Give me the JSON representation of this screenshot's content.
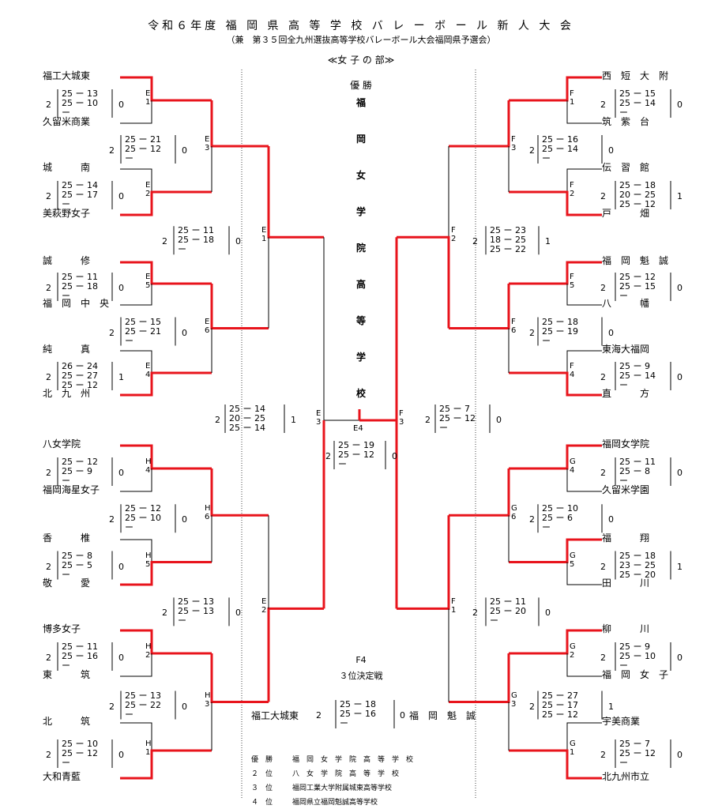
{
  "title": "令和６年度 福 岡 県 高 等 学 校 バ レ ー ボ ー ル 新 人 大 会",
  "subtitle": "（兼　第３５回全九州選抜高等学校バレーボール大会福岡県予選会）",
  "division": "≪女 子 の 部≫",
  "champion_heading": "優 勝",
  "champion_chars": [
    "福",
    "岡",
    "女",
    "学",
    "院",
    "高",
    "等",
    "学",
    "校"
  ],
  "left_teams": [
    "福工大城東",
    "久留米商業",
    "城　　　南",
    "美萩野女子",
    "誠　　　修",
    "福　岡　中　央",
    "純　　　真",
    "北　九　州",
    "八女学院",
    "福岡海星女子",
    "香　　　椎",
    "敬　　　愛",
    "博多女子",
    "東　　　筑",
    "北　　　筑",
    "大和青藍"
  ],
  "right_teams": [
    "西　短　大　附",
    "筑　紫　台",
    "伝　習　館",
    "戸　　　畑",
    "福　岡　魁　誠",
    "八　　　幡",
    "東海大福岡",
    "直　　　方",
    "福岡女学院",
    "久留米学園",
    "福　　　翔",
    "田　　　川",
    "柳　　　川",
    "福　岡　女　子",
    "宇美商業",
    "北九州市立"
  ],
  "matches": [
    {
      "code": "E\n1",
      "won": "2",
      "lost": "0",
      "sets": [
        "25 ー 13",
        "25 ー 10",
        "ー"
      ]
    },
    {
      "code": "E\n2",
      "won": "2",
      "lost": "0",
      "sets": [
        "25 ー 14",
        "25 ー 17",
        "ー"
      ]
    },
    {
      "code": "E\n5",
      "won": "2",
      "lost": "0",
      "sets": [
        "25 ー 11",
        "25 ー 18",
        "ー"
      ]
    },
    {
      "code": "E\n4",
      "won": "2",
      "lost": "1",
      "sets": [
        "26 ー 24",
        "25 ー 27",
        "25 ー 12"
      ]
    },
    {
      "code": "H\n4",
      "won": "2",
      "lost": "0",
      "sets": [
        "25 ー 12",
        "25 ー 9",
        "ー"
      ]
    },
    {
      "code": "H\n5",
      "won": "2",
      "lost": "0",
      "sets": [
        "25 ー 8",
        "25 ー 5",
        "ー"
      ]
    },
    {
      "code": "H\n2",
      "won": "2",
      "lost": "0",
      "sets": [
        "25 ー 11",
        "25 ー 16",
        "ー"
      ]
    },
    {
      "code": "H\n1",
      "won": "2",
      "lost": "0",
      "sets": [
        "25 ー 10",
        "25 ー 12",
        "ー"
      ]
    },
    {
      "code": "E\n3",
      "won": "2",
      "lost": "0",
      "sets": [
        "25 ー 21",
        "25 ー 12",
        "ー"
      ]
    },
    {
      "code": "E\n6",
      "won": "2",
      "lost": "0",
      "sets": [
        "25 ー 15",
        "25 ー 21",
        "ー"
      ]
    },
    {
      "code": "H\n6",
      "won": "2",
      "lost": "0",
      "sets": [
        "25 ー 12",
        "25 ー 10",
        "ー"
      ]
    },
    {
      "code": "H\n3",
      "won": "2",
      "lost": "0",
      "sets": [
        "25 ー 13",
        "25 ー 22",
        "ー"
      ]
    },
    {
      "code": "E\n1",
      "won": "2",
      "lost": "0",
      "sets": [
        "25 ー 11",
        "25 ー 18",
        "ー"
      ]
    },
    {
      "code": "E\n2",
      "won": "2",
      "lost": "0",
      "sets": [
        "25 ー 13",
        "25 ー 13",
        "ー"
      ]
    },
    {
      "code": "E\n3",
      "won": "2",
      "lost": "1",
      "sets": [
        "25 ー 14",
        "20 ー 25",
        "25 ー 14"
      ]
    },
    {
      "code": "F\n1",
      "won": "2",
      "lost": "0",
      "sets": [
        "25 ー 15",
        "25 ー 14",
        "ー"
      ]
    },
    {
      "code": "F\n2",
      "won": "2",
      "lost": "1",
      "sets": [
        "25 ー 18",
        "20 ー 25",
        "25 ー 12"
      ]
    },
    {
      "code": "F\n5",
      "won": "2",
      "lost": "0",
      "sets": [
        "25 ー 12",
        "25 ー 15",
        "ー"
      ]
    },
    {
      "code": "F\n4",
      "won": "2",
      "lost": "0",
      "sets": [
        "25 ー 9",
        "25 ー 14",
        "ー"
      ]
    },
    {
      "code": "G\n4",
      "won": "2",
      "lost": "0",
      "sets": [
        "25 ー 11",
        "25 ー 8",
        "ー"
      ]
    },
    {
      "code": "G\n5",
      "won": "2",
      "lost": "1",
      "sets": [
        "25 ー 18",
        "23 ー 25",
        "25 ー 20"
      ]
    },
    {
      "code": "G\n2",
      "won": "2",
      "lost": "0",
      "sets": [
        "25 ー 9",
        "25 ー 10",
        "ー"
      ]
    },
    {
      "code": "G\n1",
      "won": "2",
      "lost": "0",
      "sets": [
        "25 ー 7",
        "25 ー 12",
        "ー"
      ]
    },
    {
      "code": "F\n3",
      "won": "2",
      "lost": "0",
      "sets": [
        "25 ー 16",
        "25 ー 14",
        "ー"
      ]
    },
    {
      "code": "F\n6",
      "won": "2",
      "lost": "0",
      "sets": [
        "25 ー 18",
        "25 ー 19",
        "ー"
      ]
    },
    {
      "code": "G\n6",
      "won": "2",
      "lost": "0",
      "sets": [
        "25 ー 10",
        "25 ー 6",
        "ー"
      ]
    },
    {
      "code": "G\n3",
      "won": "2",
      "lost": "1",
      "sets": [
        "25 ー 27",
        "25 ー 17",
        "25 ー 12"
      ]
    },
    {
      "code": "F\n2",
      "won": "2",
      "lost": "1",
      "sets": [
        "25 ー 23",
        "18 ー 25",
        "25 ー 22"
      ]
    },
    {
      "code": "F\n1",
      "won": "2",
      "lost": "0",
      "sets": [
        "25 ー 11",
        "25 ー 20",
        "ー"
      ]
    },
    {
      "code": "F\n3",
      "won": "2",
      "lost": "0",
      "sets": [
        "25 ー 7",
        "25 ー 12",
        "ー"
      ]
    },
    {
      "code": "E4",
      "won": "2",
      "lost": "0",
      "sets": [
        "25 ー 19",
        "25 ー 12",
        "ー"
      ]
    }
  ],
  "third_place": {
    "heading_code": "F4",
    "heading": "３位決定戦",
    "team_left": "福工大城東",
    "team_right": "福　岡　魁　誠",
    "won": "2",
    "lost": "0",
    "sets": [
      "25 ー 18",
      "25 ー 16",
      "ー"
    ]
  },
  "results": [
    {
      "rank": "優　勝",
      "school": "福　岡　女　学　院　高　等　学　校"
    },
    {
      "rank": "２　位",
      "school": "八　女　学　院　高　等　学　校"
    },
    {
      "rank": "３　位",
      "school": "福岡工業大学附属城東高等学校"
    },
    {
      "rank": "４　位",
      "school": "福岡県立福岡魁誠高等学校"
    }
  ],
  "colors": {
    "win": "#e8141c",
    "line": "#000000"
  }
}
